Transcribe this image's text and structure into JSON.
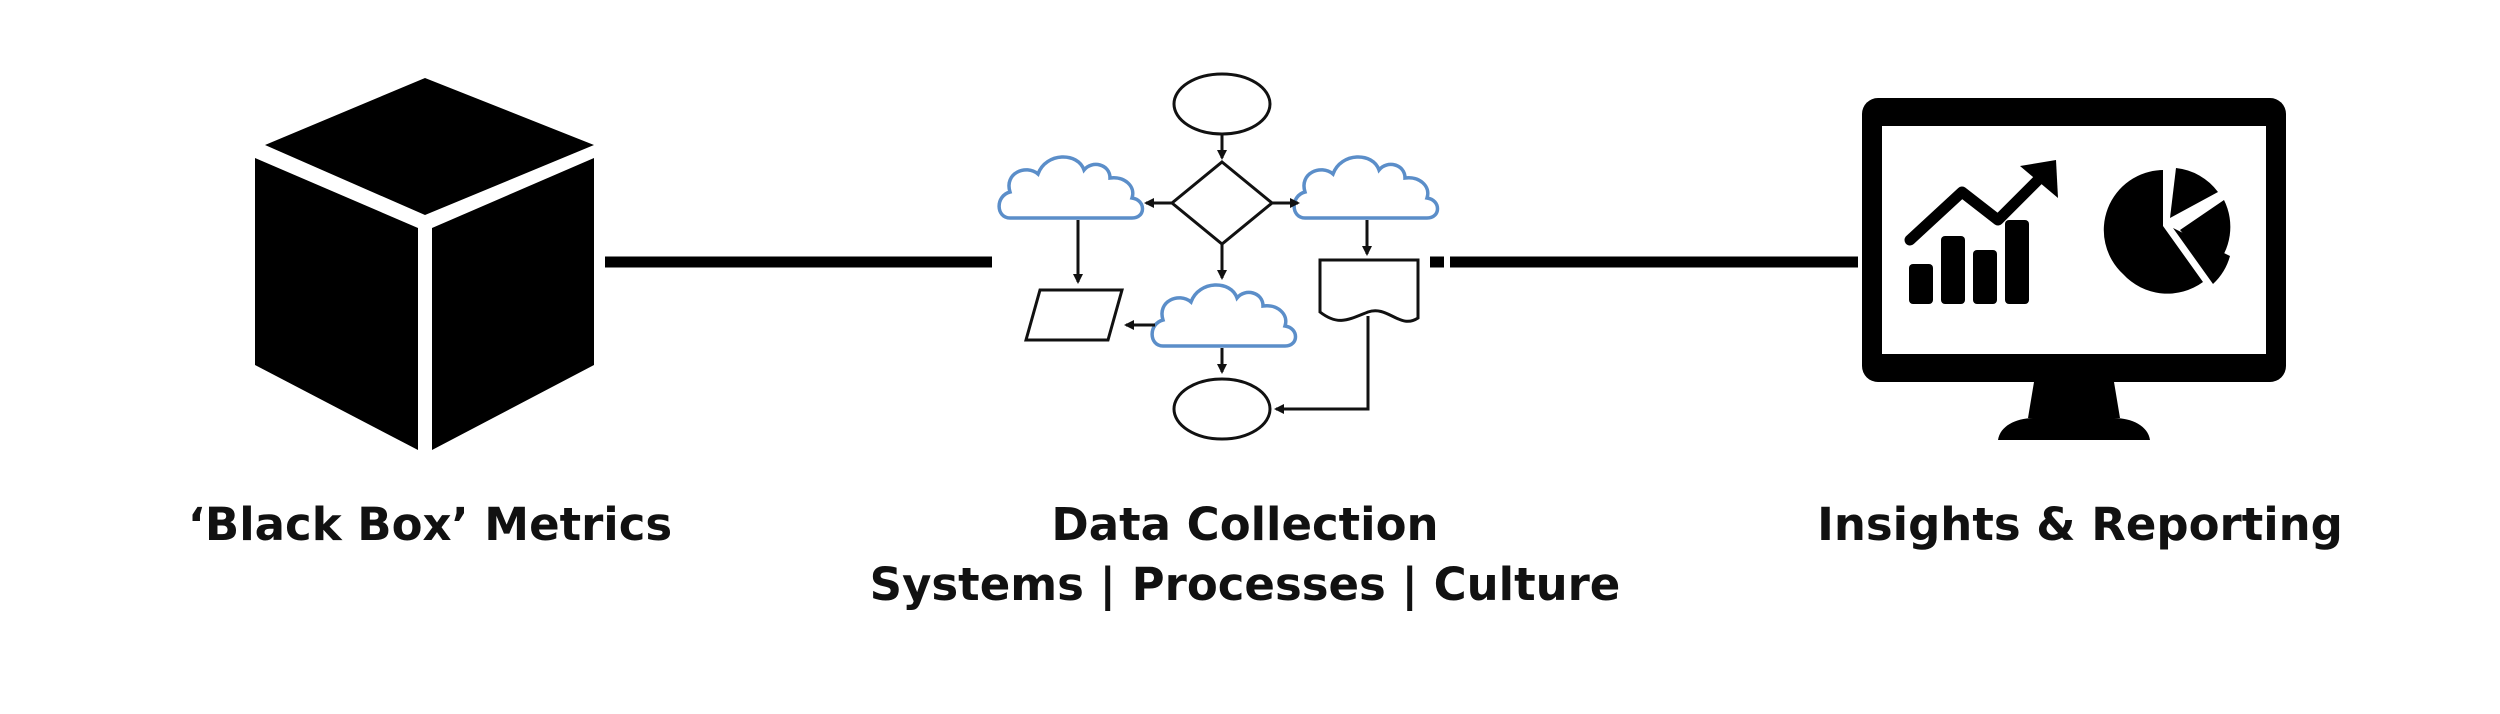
{
  "colors": {
    "ink": "#000000",
    "cloud": "#5b8ec9",
    "background": "#ffffff"
  },
  "nodes": [
    {
      "id": "black-box",
      "icon": "cube-icon",
      "label": "‘Black Box’ Metrics"
    },
    {
      "id": "data-collection",
      "icon": "flowchart-icon",
      "label": "Data Collection",
      "sublabel": "Systems | Processes | Culture"
    },
    {
      "id": "insights",
      "icon": "monitor-analytics-icon",
      "label": "Insights & Reporting"
    }
  ]
}
